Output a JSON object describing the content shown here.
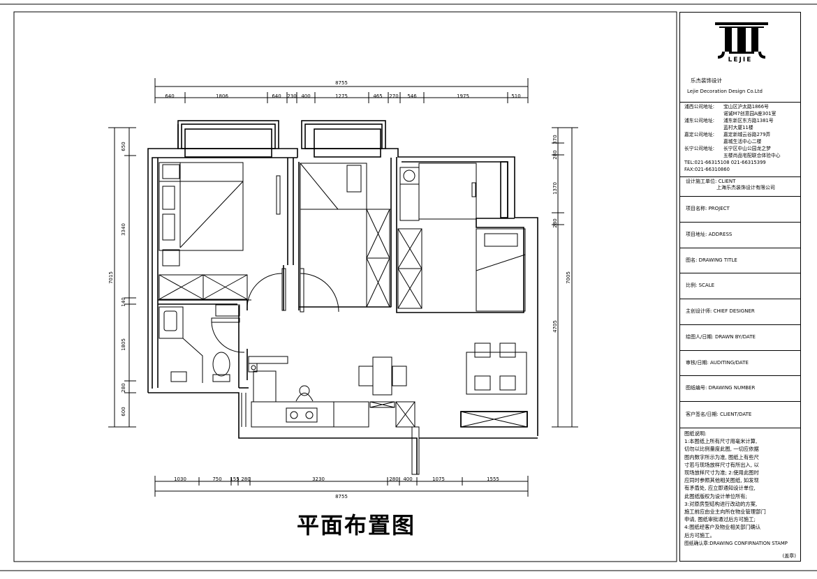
{
  "drawing_title": "平面布置图",
  "dimensions": {
    "top_total": "8755",
    "top_segments": [
      "640",
      "1806",
      "640",
      "230",
      "400",
      "1275",
      "465",
      "270",
      "546",
      "1975",
      "510"
    ],
    "bottom_total": "8755",
    "bottom_segments": [
      "1030",
      "750",
      "155",
      "280",
      "3230",
      "280",
      "400",
      "1075",
      "1555"
    ],
    "left_total": "7015",
    "left_segments": [
      "650",
      "3340",
      "140",
      "1805",
      "280",
      "600"
    ],
    "right_total": "7005",
    "right_inner": "4705",
    "right_segments": [
      "370",
      "280",
      "1370",
      "280"
    ]
  },
  "title_block": {
    "logo_text": "LEJIE",
    "company_cn": "乐杰装饰设计",
    "company_en": "Lejie Decoration Design Co.Ltd",
    "addresses": [
      {
        "label": "浦西公司地址:",
        "lines": [
          "宝山区沪太路1866号",
          "诺诚M7创意园A座301室"
        ]
      },
      {
        "label": "浦东公司地址:",
        "lines": [
          "浦东新区东方路1381号",
          "蓝村大厦11楼"
        ]
      },
      {
        "label": "嘉定公司地址:",
        "lines": [
          "嘉定新城云谷路279弄",
          "嘉城生活中心二楼"
        ]
      },
      {
        "label": "长宁公司地址:",
        "lines": [
          "长宁区中山公园龙之梦",
          "五楼尚品宅配联合体验中心"
        ]
      }
    ],
    "tel": "TEL:021-66315108 021-66315399",
    "fax": "FAX:021-66310860",
    "client_label": "设计施工单位: CLIENT",
    "client_value": "上海乐杰装饰设计有限公司",
    "fields": [
      "项目名称: PROJECT",
      "项目地址: ADDRESS",
      "图名: DRAWING TITLE",
      "比例: SCALE",
      "主创设计师: CHIEF DESIGNER",
      "绘图人/日期: DRAWN BY/DATE",
      "审核/日期: AUDITING/DATE",
      "图纸编号: DRAWING NUMBER",
      "客户签名/日期: CLIENT/DATE"
    ],
    "notes_title": "图纸说明:",
    "notes": "1:本图纸上所有尺寸用毫米计算,\n切勿以比例量度此图, 一切应依据\n图内数字所示为准, 图纸上有些尺\n寸若与现场放样尺寸有所出入, 以\n现场放样尺寸为准; 2:使用此图时\n应同时参照其他相关图纸, 如发现\n有矛盾处, 应立即通知设计单位,\n此图纸版权为设计单位所有;\n3:对原房型结构进行改动的方案,\n施工前应由业主向所在物业管理部门\n申请, 图纸审批通过后方可施工;\n4:图纸经客户及物业相关部门确认\n后方可施工。",
    "stamp_label": "图纸确认章:DRAWING CONFIRNATION STAMP",
    "stamp_sub": "(盖章)"
  }
}
